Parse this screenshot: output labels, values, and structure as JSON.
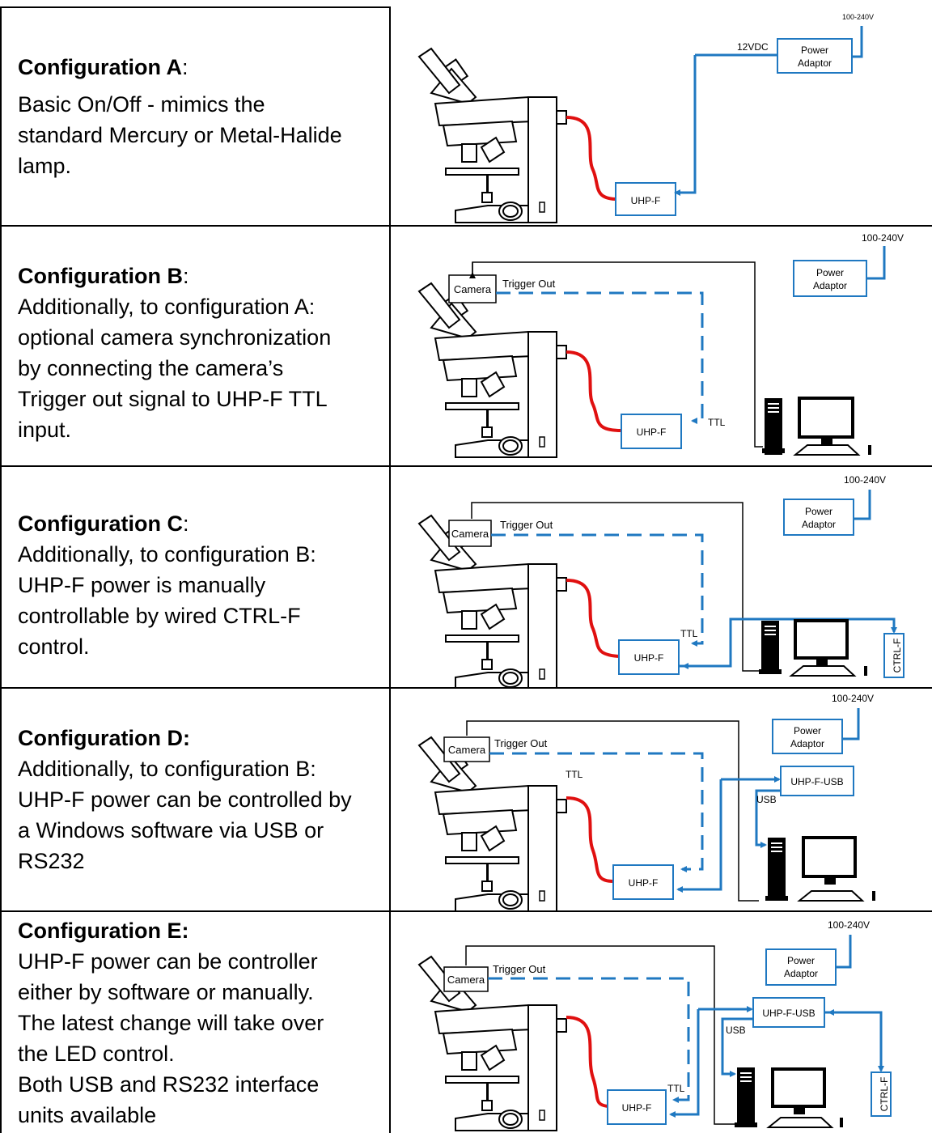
{
  "configurations": [
    {
      "title": "Configuration A",
      "title_suffix": ":",
      "lines": [
        "Basic On/Off - mimics the",
        "standard Mercury or Metal-Halide",
        "lamp."
      ],
      "labels": {
        "mains": "100-240V",
        "dc": "12VDC",
        "adaptor_1": "Power",
        "adaptor_2": "Adaptor",
        "uhp": "UHP-F"
      }
    },
    {
      "title": "Configuration B",
      "title_suffix": ":",
      "lines": [
        "Additionally, to configuration A:",
        "optional camera synchronization",
        "by connecting the camera’s",
        "Trigger out signal to UHP-F TTL",
        "input."
      ],
      "labels": {
        "mains": "100-240V",
        "adaptor_1": "Power",
        "adaptor_2": "Adaptor",
        "camera": "Camera",
        "trigger": "Trigger Out",
        "ttl": "TTL",
        "uhp": "UHP-F"
      }
    },
    {
      "title": "Configuration C",
      "title_suffix": ":",
      "lines": [
        "Additionally, to configuration B:",
        "UHP-F power is manually",
        "controllable by wired CTRL-F",
        "control."
      ],
      "labels": {
        "mains": "100-240V",
        "adaptor_1": "Power",
        "adaptor_2": "Adaptor",
        "camera": "Camera",
        "trigger": "Trigger  Out",
        "ttl": "TTL",
        "uhp": "UHP-F",
        "ctrl": "CTRL-F"
      }
    },
    {
      "title": "Configuration D:",
      "title_suffix": "",
      "lines": [
        "Additionally, to configuration B:",
        "UHP-F power can be controlled by",
        "a Windows software via USB or",
        "RS232"
      ],
      "labels": {
        "mains": "100-240V",
        "adaptor_1": "Power",
        "adaptor_2": "Adaptor",
        "camera": "Camera",
        "trigger": "Trigger  Out",
        "ttl": "TTL",
        "uhp": "UHP-F",
        "usb_box": "UHP-F-USB",
        "usb": "USB"
      }
    },
    {
      "title": "Configuration E:",
      "title_suffix": "",
      "lines": [
        "UHP-F power can be controller",
        "either by software or manually.",
        "The latest change will take over",
        "the LED control.",
        "Both USB and RS232 interface",
        "units available"
      ],
      "labels": {
        "mains": "100-240V",
        "adaptor_1": "Power",
        "adaptor_2": "Adaptor",
        "camera": "Camera",
        "trigger": "Trigger  Out",
        "ttl": "TTL",
        "uhp": "UHP-F",
        "usb_box": "UHP-F-USB",
        "usb": "USB",
        "ctrl": "CTRL-F"
      }
    }
  ],
  "colors": {
    "blue": "#1f78c1",
    "red": "#e01010",
    "black": "#000000"
  }
}
